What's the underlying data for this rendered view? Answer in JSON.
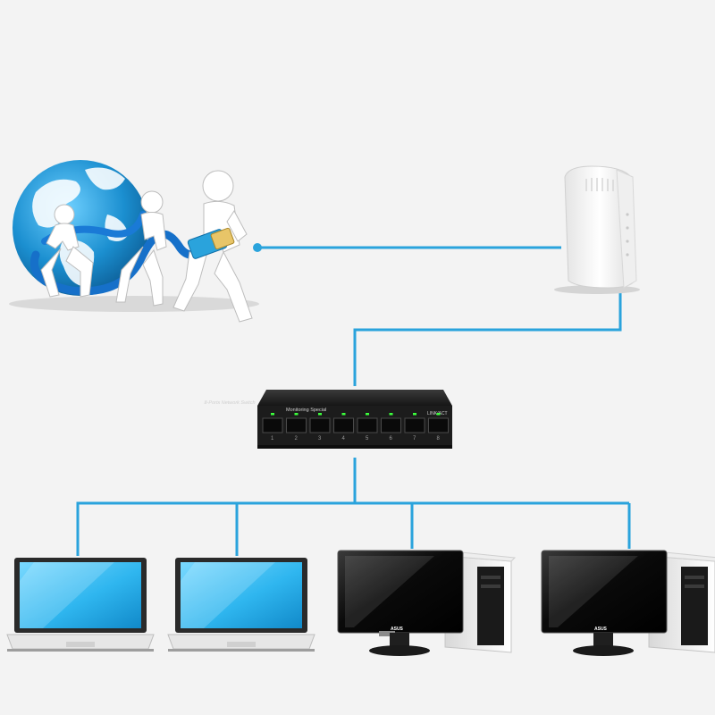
{
  "colors": {
    "background": "#f3f3f3",
    "link_line": "#2aa3dc",
    "globe_blue": "#1b8fd0",
    "switch_body": "#1f1f1f",
    "port_led": "#3cff3c",
    "screen_blue": "#2fb6ef"
  },
  "switch": {
    "title_line1": "8-Ports Network Switch",
    "title_line2": "Monitoring Special",
    "status_label": "LINK/ACT",
    "ports": [
      "1",
      "2",
      "3",
      "4",
      "5",
      "6",
      "7",
      "8"
    ]
  },
  "monitor_logo": "ASUS",
  "icons": {
    "internet": "globe-with-people-pulling-cable-icon",
    "router": "wireless-router-icon",
    "switch": "network-switch-icon",
    "laptop": "laptop-icon",
    "desktop": "desktop-computer-icon"
  }
}
